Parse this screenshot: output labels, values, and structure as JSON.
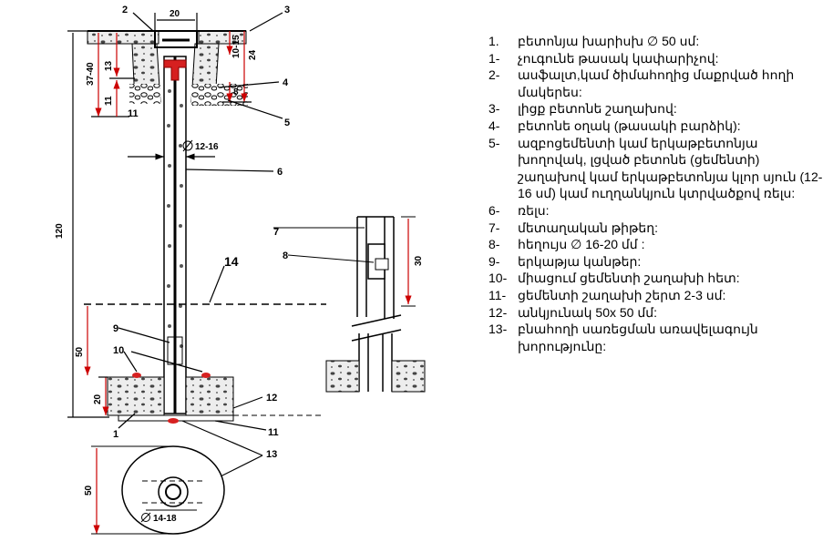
{
  "diagram": {
    "dimensions": {
      "top_width": "20",
      "total_height": "120",
      "upper_depth": "37-40",
      "upper_sub": "13",
      "lower_sub": "11",
      "right_top": "10-15",
      "right_total": "24",
      "right_low": "8",
      "pipe_diameter": "12-16",
      "bottom_50": "50",
      "bottom_20": "20",
      "detail_30": "30",
      "disk_50": "50",
      "disk_diameter": "14-18",
      "bottom_label_11": "11"
    },
    "callouts": {
      "c1": "1",
      "c2": "2",
      "c3": "3",
      "c4": "4",
      "c5": "5",
      "c6": "6",
      "c7": "7",
      "c8": "8",
      "c9": "9",
      "c10": "10",
      "c11": "11",
      "c12": "12",
      "c13": "13",
      "c14": "14"
    }
  },
  "legend": [
    {
      "num": "1.",
      "text": "բետոնյա խարիսխ  ∅ 50 սմ:"
    },
    {
      "num": "1-",
      "text": "չուգունե թասակ կափարիչով:"
    },
    {
      "num": "2-",
      "text": "ասֆալտ,կամ ծիմահողից մաքրված հողի մակերես:"
    },
    {
      "num": "3-",
      "text": "լիցք բետոնե շաղախով:"
    },
    {
      "num": "4-",
      "text": "բետոնե օղակ (թասակի բարձիկ):"
    },
    {
      "num": "5-",
      "text": "ազբոցեմենտի կամ երկաթբետոնյա խողովակ, լցված բետոնե (ցեմենտի) շաղախով կամ երկաթբետոնյա կլոր սյուն (12- 16 սմ) կամ ուղղանկյուն կտրվածքով ռելս:"
    },
    {
      "num": "6-",
      "text": "ռելս:"
    },
    {
      "num": "7-",
      "text": "մետաղական թիթեղ:"
    },
    {
      "num": "8-",
      "text": "հեղույս ∅ 16-20 մմ :"
    },
    {
      "num": "9-",
      "text": "երկաթյա կանթեր:"
    },
    {
      "num": "10-",
      "text": " միացում ցեմենտի շաղախի հետ:"
    },
    {
      "num": "11-",
      "text": "ցեմենտի շաղախի շերտ 2-3 սմ:"
    },
    {
      "num": "12-",
      "text": "անկյունակ 50x 50 մմ:"
    },
    {
      "num": "13-",
      "text": " բնահողի սառեցման առավելագույն խորությունը:"
    }
  ]
}
